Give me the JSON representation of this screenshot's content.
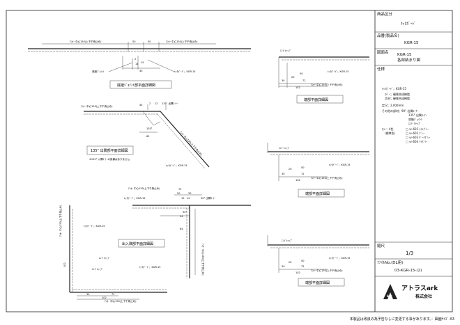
{
  "drawing": {
    "dims": {
      "anchor_pitch_left": "ｱﾝｶｰ 中心150(上下千鳥止め)",
      "anchor_pitch_right": "ｱﾝｶｰ 中心150(上下千鳥止め)",
      "d50a": "50",
      "d50b": "50",
      "d45": "45",
      "d2": "2",
      "d19": "19",
      "d14": "14",
      "d40": "40",
      "d72": "72",
      "d102": "102",
      "d30": "30",
      "d20": "20",
      "d12": "12",
      "d62": "62",
      "d135": "135°",
      "d90": "90°",
      "d54": "54",
      "d64": "64"
    },
    "labels": {
      "butt_joint": "底継ｼﾞｮｲﾝﾄ",
      "kick_guard_a": "ｷｯｸｶﾞｰﾄﾞ；KGR-15",
      "kick_guard_b": "ｷｯｸｶﾞｰﾄﾞ；KGR-15",
      "kick_guard_c": "ｷｯｸｶﾞｰﾄﾞ；KGR-15",
      "kick_guard_d": "ｷｯｸｶﾞｰﾄﾞ；KGR-15",
      "kick_guard_e": "ｷｯｸｶﾞｰﾄﾞ；KGR-15",
      "kick_guard_f": "ｷｯｸｶﾞｰﾄﾞ；KGR-15",
      "end_cap_a": "ｴﾝﾄﾞｷｬｯﾌﾟ",
      "end_cap_b": "ｴﾝﾄﾞｷｬｯﾌﾟ",
      "end_cap_c": "ｴﾝﾄﾞｷｬｯﾌﾟ",
      "end_cap_d": "ｴﾝﾄﾞｷｬｯﾌﾟ",
      "corner_135": "135° 出隅ｺｰﾅｰ",
      "corner_90": "90° 出隅ｺｰﾅｰ",
      "note_135": "※135° 入隅ｺｰﾅｰの設備はありません。"
    },
    "titles": {
      "butt_joint": "底継ｼﾞｮｲﾝﾄ部平面詳細図",
      "corner_135": "135° 出隅部平面詳細図",
      "end_a": "端部平面詳細図",
      "end_b": "端部平面詳細図",
      "end_c": "端部平面詳細図",
      "inout_corner": "出入隅部平面詳細図"
    }
  },
  "title_block": {
    "category_label": "商品区分",
    "category_value": "ｷｯｸｶﾞｰﾄﾞ",
    "product_label": "品番(製品名)",
    "product_value": "KGR-15",
    "drawing_name_label": "図面名",
    "drawing_name_value1": "KGR-15",
    "drawing_name_value2": "各部納まり図",
    "spec_label": "仕様",
    "spec_line1": "ｷｯｸｶﾞｰﾄﾞ；KGR-15",
    "spec_line2": "ｶﾊﾞｰ；硬質合成樹脂",
    "spec_line3": "芯材；硬質合成樹脂",
    "spec_line4": "定尺；2,000mm",
    "spec_line5": "その他の部材；90° 出隅ｺｰﾅｰ",
    "spec_line6": "135° 出隅ｺｰﾅｰ",
    "spec_line7": "底継ｼﾞｮｲﾝﾄ",
    "spec_line8": "ｴﾝﾄﾞｷｬｯﾌﾟ",
    "color_label": "ｶﾗｰ：4色",
    "color_sub": "(標準色)",
    "color1": "□ ｗ-601 ﾗｲﾄｸﾞﾚｰ",
    "color2": "□ ｗ-602 ｸﾞﾚｰ",
    "color3": "□ ｗ-603 ﾀﾞｰｸｸﾞﾚｰ",
    "color4": "□ ｗ-604 ｱｲﾎﾞﾘｰ",
    "scale_label": "縮尺",
    "scale_value": "1/3",
    "file_label": "ﾌｧｲﾙNo.(DL用)",
    "file_value": "03-KGR-15-(2)",
    "company_name": "アトラスark",
    "company_sub": "株式会社",
    "logo_text": "Ark"
  },
  "footer": {
    "note": "本製品は改良の為予告なしに変更する事があります。：図面ｻｲｽﾞ A3"
  }
}
